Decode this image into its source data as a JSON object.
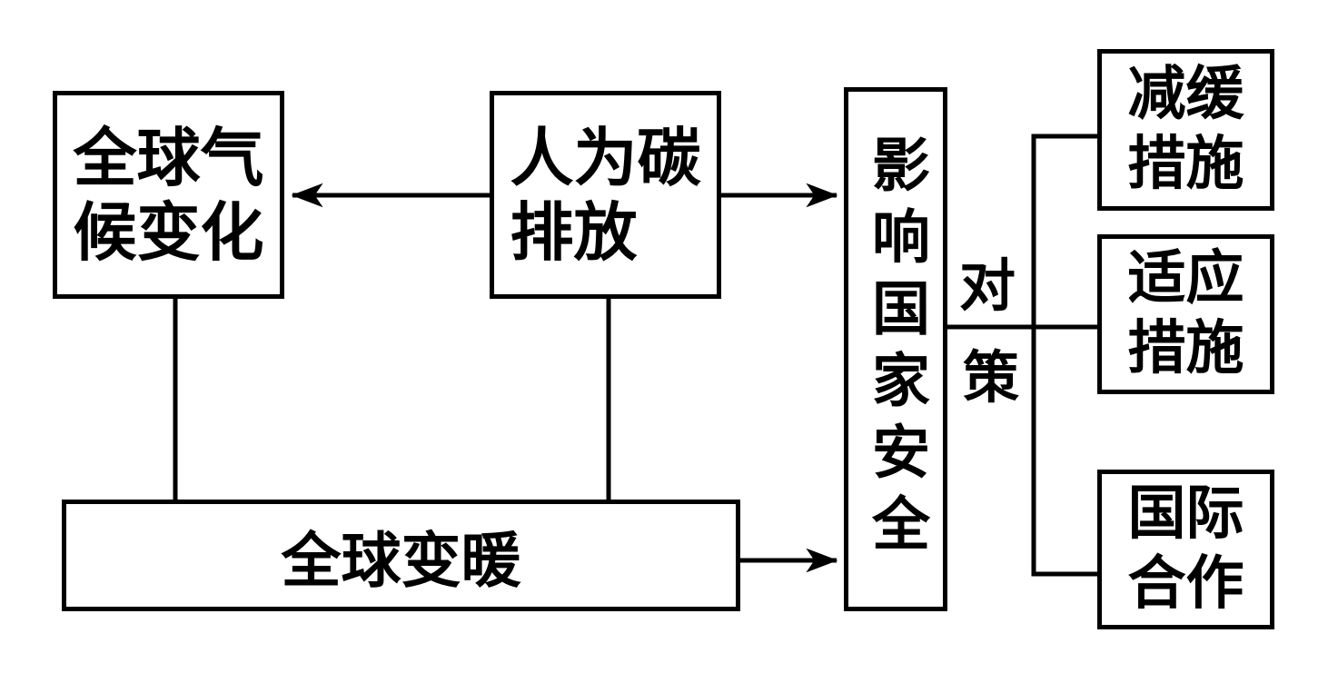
{
  "diagram": {
    "background_color": "#ffffff",
    "line_color": "#000000",
    "nodes": {
      "climate": {
        "label": "全球气候变化",
        "line1": "全球气",
        "line2": "候变化"
      },
      "carbon": {
        "label": "人为碳排放",
        "line1": "人为碳",
        "line2": "排放"
      },
      "security": {
        "label": "影响国家安全"
      },
      "warming": {
        "label": "全球变暖"
      },
      "mitigation": {
        "label": "减缓措施",
        "line1": "减缓",
        "line2": "措施"
      },
      "adaptation": {
        "label": "适应措施",
        "line1": "适应",
        "line2": "措施"
      },
      "cooperation": {
        "label": "国际合作",
        "line1": "国际",
        "line2": "合作"
      }
    },
    "edge_label": {
      "label": "对策",
      "char1": "对",
      "char2": "策"
    }
  }
}
